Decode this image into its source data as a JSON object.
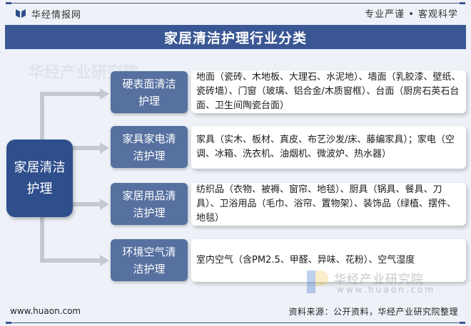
{
  "header": {
    "brand": "华经情报网",
    "slogan": "专业严谨 • 客观科学",
    "title": "家居清洁护理行业分类"
  },
  "diagram": {
    "root": "家居清洁护理",
    "categories": [
      {
        "label": "硬表面清洁护理",
        "description": "地面（瓷砖、木地板、大理石、水泥地）、墙面（乳胶漆、壁纸、瓷砖墙）、门窗（玻璃、铝合金/木质窗框）、台面（厨房石英石台面、卫生间陶瓷台面）"
      },
      {
        "label": "家具家电清洁护理",
        "description": "家具（实木、板材、真皮、布艺沙发/床、藤编家具）；家电（空调、冰箱、洗衣机、油烟机、微波炉、热水器）"
      },
      {
        "label": "家居用品清洁护理",
        "description": "纺织品（衣物、被褥、窗帘、地毯）、厨具（锅具、餐具、刀具）、卫浴用品（毛巾、浴帘、置物架）、装饰品（绿植、摆件、地毯）"
      },
      {
        "label": "环境空气清洁护理",
        "description": "室内空气（含PM2.5、甲醛、异味、花粉）、空气湿度"
      }
    ]
  },
  "watermark": {
    "name": "华经产业研究院",
    "url": "www.huaon.com"
  },
  "footer": {
    "url": "www.huaon.com",
    "source": "资料来源：公开资料，华经产业研究院整理"
  },
  "colors": {
    "title_bar": "#3a5794",
    "root_box": "#2f4f8c",
    "category_box": "#5670a0",
    "connector": "#c4c8cf",
    "background": "#eef2f8"
  }
}
